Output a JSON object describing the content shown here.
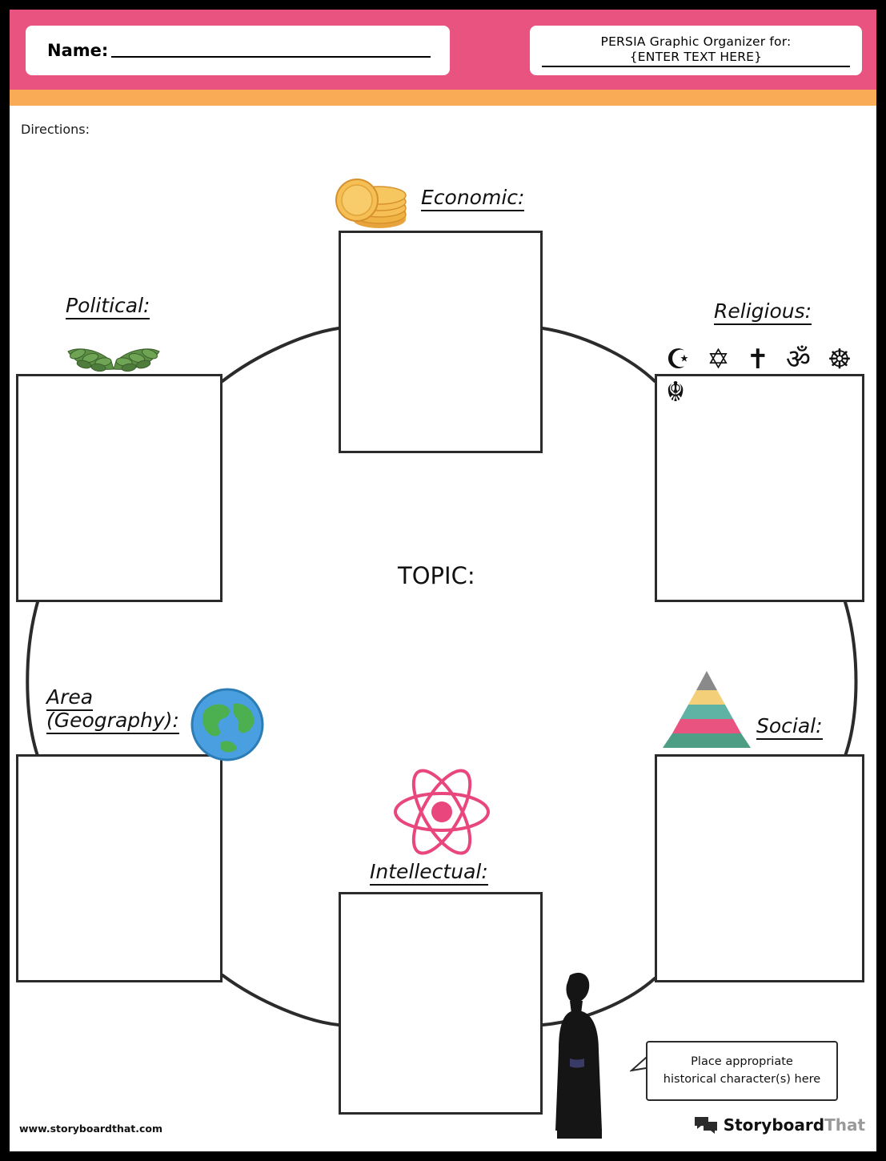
{
  "header": {
    "name_label": "Name:",
    "title_line1": "PERSIA Graphic Organizer for:",
    "title_line2": "{ENTER TEXT HERE}"
  },
  "directions_label": "Directions:",
  "center": {
    "topic_label": "TOPIC:"
  },
  "sections": [
    {
      "key": "economic",
      "label": "Economic:",
      "icon": "coins-icon"
    },
    {
      "key": "political",
      "label": "Political:",
      "icon": "laurel-wreath-icon"
    },
    {
      "key": "religious",
      "label": "Religious:",
      "icon": "religious-symbols-icon"
    },
    {
      "key": "area",
      "label": "Area (Geography):",
      "icon": "globe-icon"
    },
    {
      "key": "social",
      "label": "Social:",
      "icon": "pyramid-icon"
    },
    {
      "key": "intellectual",
      "label": "Intellectual:",
      "icon": "atom-icon"
    }
  ],
  "labels": {
    "economic": "Economic:",
    "political": "Political:",
    "religious": "Religious:",
    "area_line1": "Area",
    "area_line2": "(Geography):",
    "social": "Social:",
    "intellectual": "Intellectual:"
  },
  "religious_symbols": "☪ ✡ ✝ ॐ ☸ ☬",
  "bubble": {
    "line1": "Place appropriate",
    "line2": "historical character(s) here"
  },
  "footer": {
    "url": "www.storyboardthat.com",
    "logo_text_1": "Storyboard",
    "logo_text_2": "That"
  },
  "colors": {
    "header_pink": "#e8547f",
    "accent_orange": "#f9ab55",
    "outline": "#2b2b2b"
  }
}
